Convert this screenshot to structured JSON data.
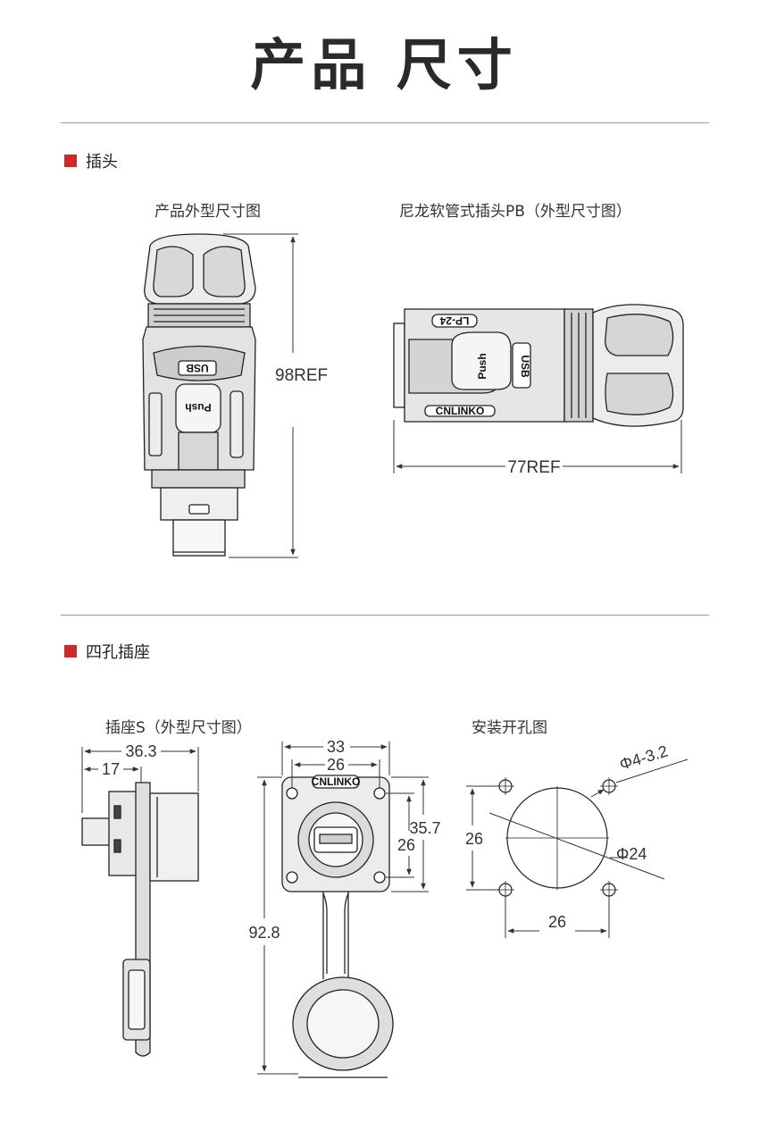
{
  "page": {
    "title": "产品 尺寸"
  },
  "plug": {
    "heading": "插头",
    "view1_caption": "产品外型尺寸图",
    "view2_caption": "尼龙软管式插头PB（外型尺寸图）",
    "height_dim": "98REF",
    "length_dim": "77REF",
    "markings": {
      "usb": "USB",
      "push": "Push",
      "model": "LP-24",
      "brand": "CNLINKO"
    }
  },
  "socket": {
    "heading": "四孔插座",
    "side_caption": "插座S（外型尺寸图）",
    "cutout_caption": "安装开孔图",
    "dims": {
      "side_total": "36.3",
      "side_front": "17",
      "front_width_outer": "33",
      "front_width_holes": "26",
      "front_height_outer": "35.7",
      "front_height_holes": "26",
      "total_height": "92.8",
      "cutout_vertical": "26",
      "cutout_horizontal": "26",
      "hole_spec": "Φ4-3.2",
      "center_hole": "Φ24"
    }
  },
  "colors": {
    "accent_square": "#d02a28",
    "line": "#333333",
    "divider": "#9a9a9a"
  }
}
